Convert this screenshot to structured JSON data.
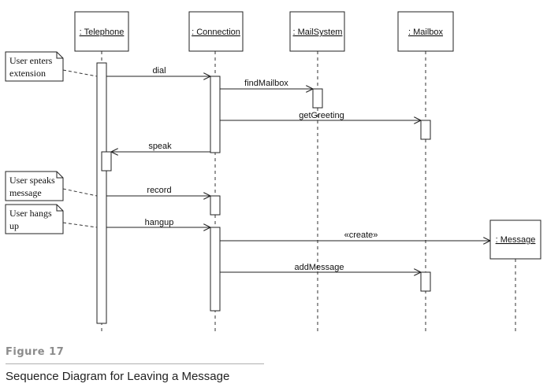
{
  "objects": [
    {
      "id": "telephone",
      "label": ": Telephone"
    },
    {
      "id": "connection",
      "label": ": Connection"
    },
    {
      "id": "mailsystem",
      "label": ": MailSystem"
    },
    {
      "id": "mailbox",
      "label": ": Mailbox"
    },
    {
      "id": "message",
      "label": ": Message"
    }
  ],
  "messages": [
    {
      "id": "dial",
      "label": "dial",
      "from": "telephone",
      "to": "connection"
    },
    {
      "id": "findmailbox",
      "label": "findMailbox",
      "from": "connection",
      "to": "mailsystem"
    },
    {
      "id": "getgreeting",
      "label": "getGreeting",
      "from": "connection",
      "to": "mailbox"
    },
    {
      "id": "speak",
      "label": "speak",
      "from": "connection",
      "to": "telephone"
    },
    {
      "id": "record",
      "label": "record",
      "from": "telephone",
      "to": "connection"
    },
    {
      "id": "hangup",
      "label": "hangup",
      "from": "telephone",
      "to": "connection"
    },
    {
      "id": "create",
      "label": "«create»",
      "from": "connection",
      "to": "message"
    },
    {
      "id": "addmessage",
      "label": "addMessage",
      "from": "connection",
      "to": "mailbox"
    }
  ],
  "notes": [
    {
      "id": "user-enters-extension",
      "lines": [
        "User enters",
        "extension"
      ]
    },
    {
      "id": "user-speaks-message",
      "lines": [
        "User speaks",
        "message"
      ]
    },
    {
      "id": "user-hangs-up",
      "lines": [
        "User hangs",
        "up"
      ]
    }
  ],
  "figure": {
    "number": "Figure 17",
    "caption": "Sequence Diagram for Leaving a Message"
  }
}
